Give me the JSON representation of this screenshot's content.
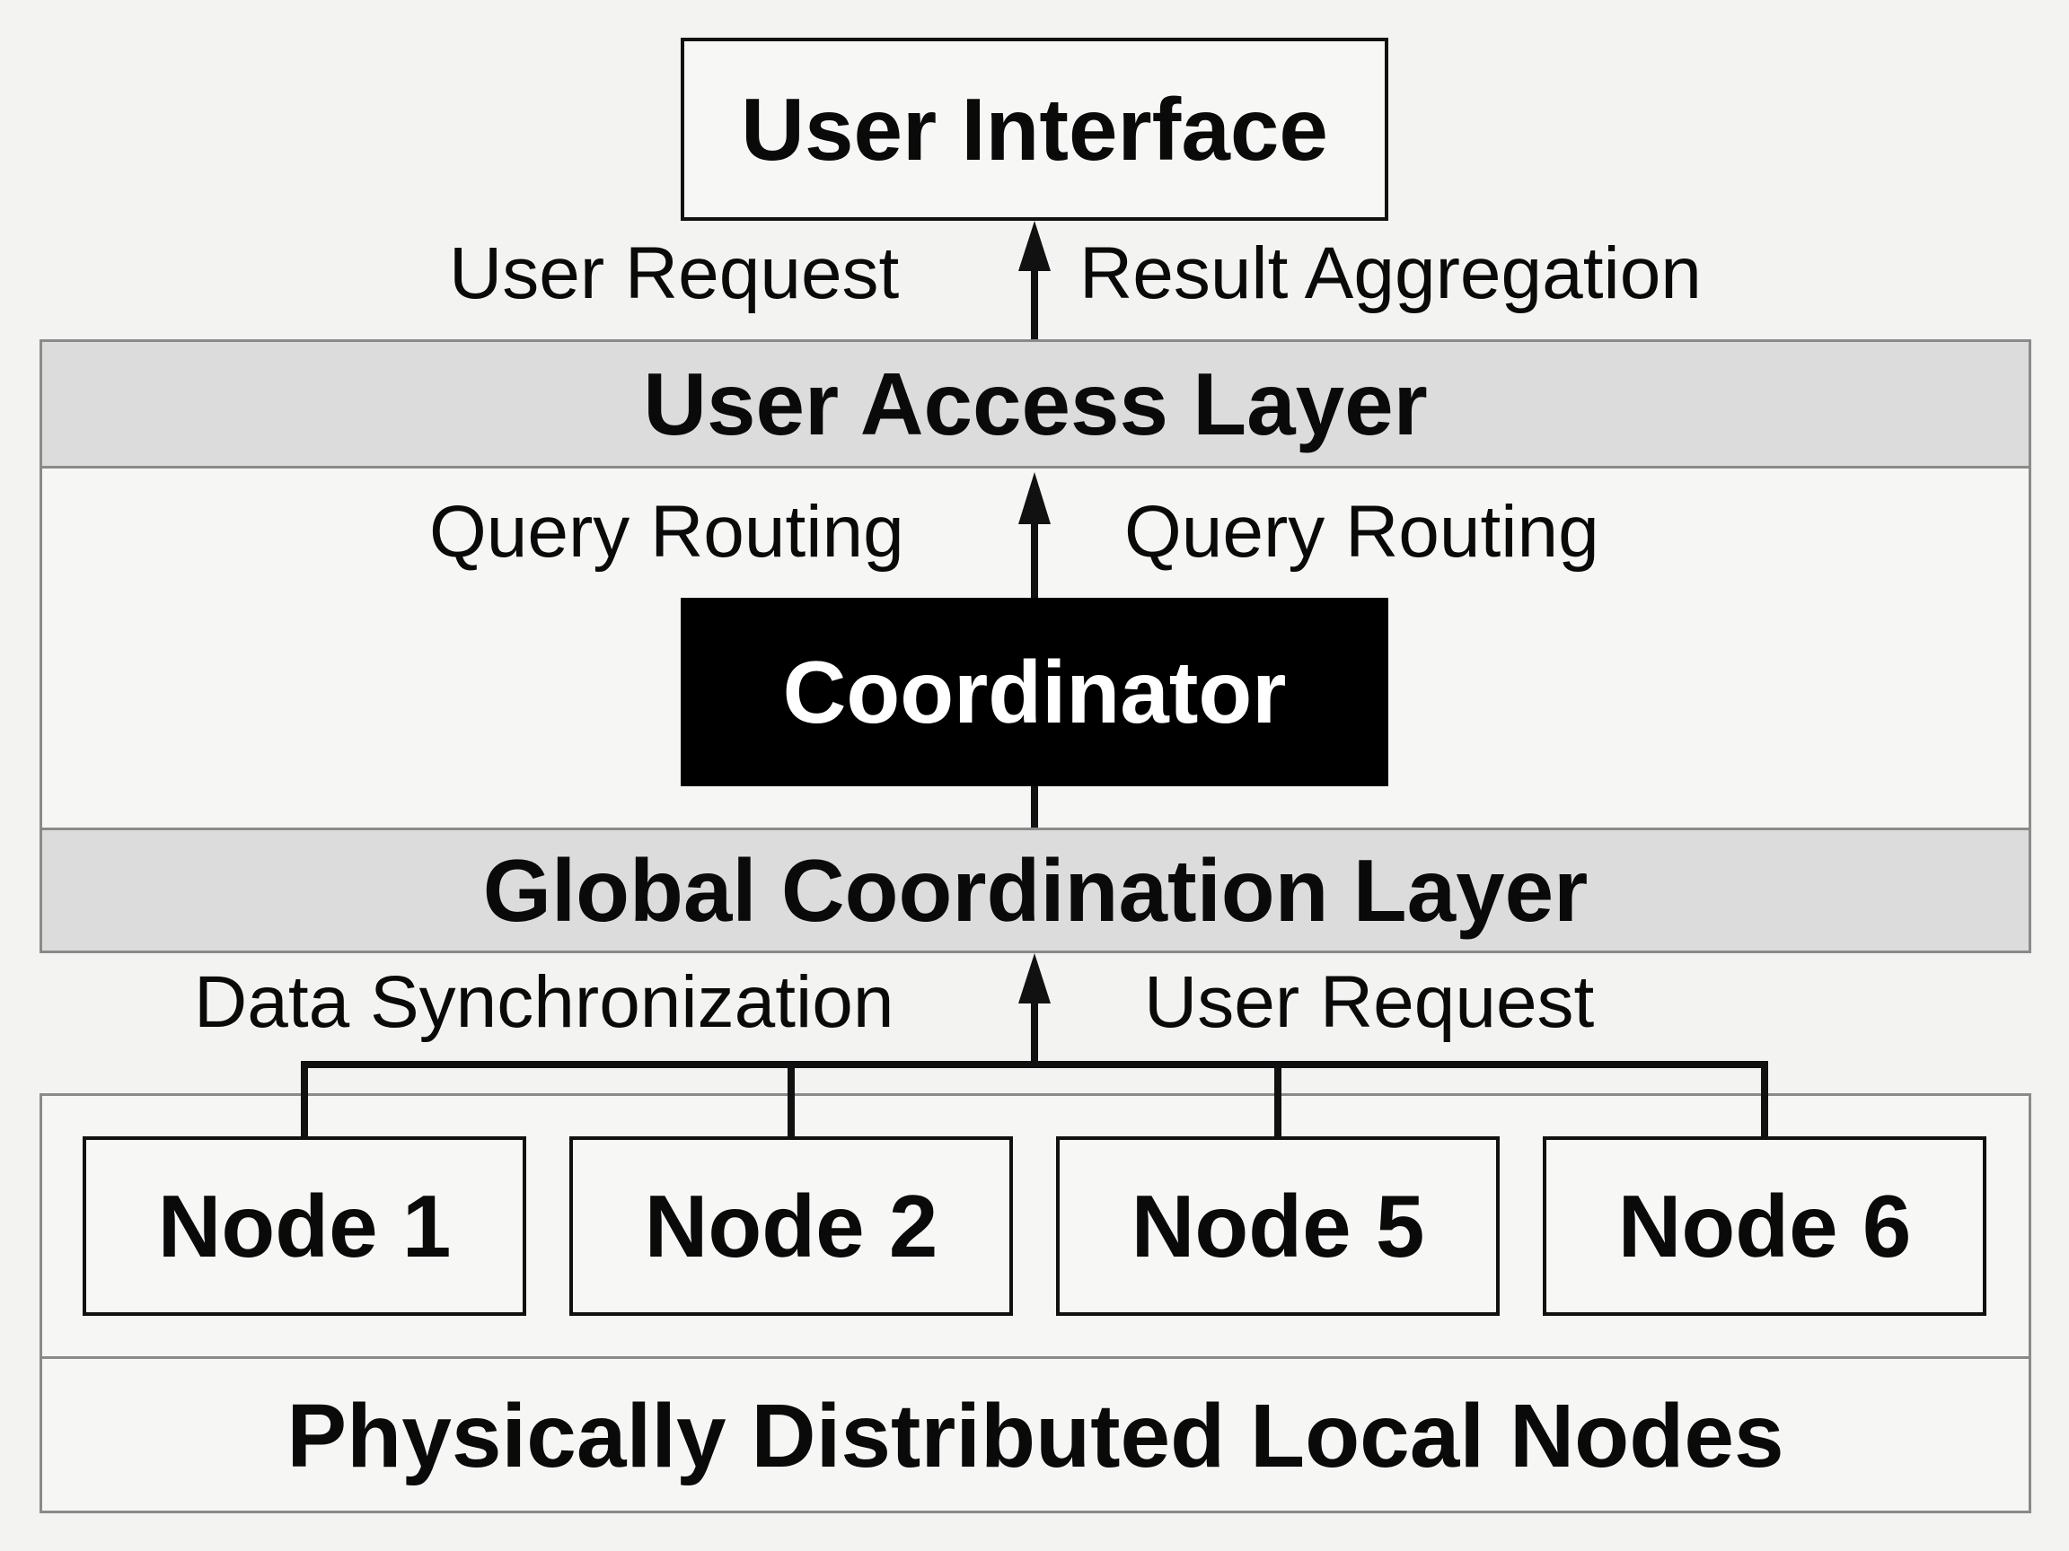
{
  "nodes": {
    "user_interface": "User Interface",
    "coordinator": "Coordinator",
    "local_nodes": [
      "Node 1",
      "Node 2",
      "Node 5",
      "Node 6"
    ]
  },
  "layers": {
    "user_access": "User Access Layer",
    "global_coordination": "Global Coordination Layer",
    "physical": "Physically Distributed Local Nodes"
  },
  "edge_labels": {
    "ui_left": "User Request",
    "ui_right": "Result Aggregation",
    "coord_left": "Query Routing",
    "coord_right": "Query Routing",
    "nodes_left": "Data Synchronization",
    "nodes_right": "User Request"
  },
  "colors": {
    "coordinator_fill": "#000000",
    "coordinator_text": "#ffffff",
    "layer_band_fill": "#dcdcdc"
  }
}
